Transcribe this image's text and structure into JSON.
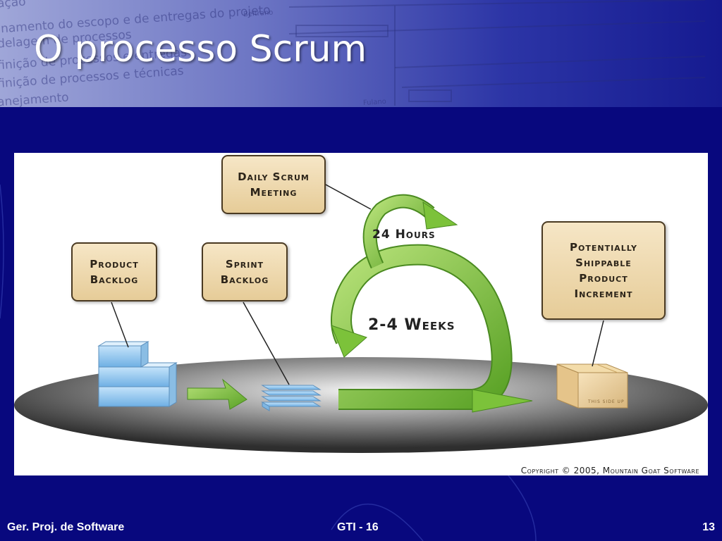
{
  "slide": {
    "title": "O processo Scrum",
    "background_text": [
      "ação",
      "inamento do escopo e de entregas do projeto",
      "delagem de processos",
      "finição de processos e entregas",
      "finição de processos e técnicas",
      "anejamento"
    ],
    "background_side_labels": [
      "Beltrano",
      "Fulano"
    ]
  },
  "diagram": {
    "boxes": {
      "daily_scrum": "Daily Scrum\nMeeting",
      "product_backlog": "Product\nBacklog",
      "sprint_backlog": "Sprint\nBacklog",
      "increment": "Potentially\nShippable\nProduct\nIncrement"
    },
    "labels": {
      "hours": "24 Hours",
      "weeks": "2-4 Weeks",
      "box_stamp": "THIS SIDE UP"
    },
    "copyright": "Copyright © 2005, Mountain Goat Software"
  },
  "footer": {
    "left": "Ger. Proj. de Software",
    "center": "GTI - 16",
    "page_number": "13"
  },
  "colors": {
    "slide_background": "#08087e",
    "arrow_green": "#7cc23a",
    "box_fill": "#edd9b0",
    "stack_blue": "#8ec5ee"
  }
}
